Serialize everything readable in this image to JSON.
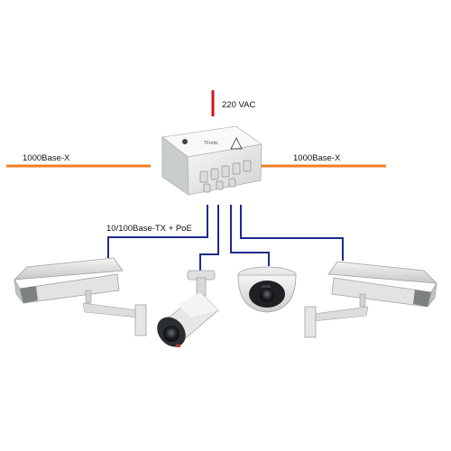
{
  "labels": {
    "power": "220 VAC",
    "uplink_left": "1000Base-X",
    "uplink_right": "1000Base-X",
    "camera_links": "10/100Base-TX + PoE"
  },
  "device": {
    "model_label": "TFortis",
    "warning_icon": "high-voltage-warning-icon"
  },
  "cameras": [
    {
      "type": "box camera in outdoor housing on wall bracket",
      "icon": "housing-camera-icon"
    },
    {
      "type": "bullet camera on bracket",
      "icon": "bullet-camera-icon"
    },
    {
      "type": "dome camera",
      "icon": "dome-camera-icon"
    },
    {
      "type": "box camera in outdoor housing on wall bracket",
      "icon": "housing-camera-icon"
    }
  ],
  "colors": {
    "power_line": "#d4141b",
    "fiber_line": "#ee7f24",
    "ethernet_line": "#1b2a8c",
    "box_body": "#eceeed",
    "camera_body": "#e6e8e6"
  }
}
